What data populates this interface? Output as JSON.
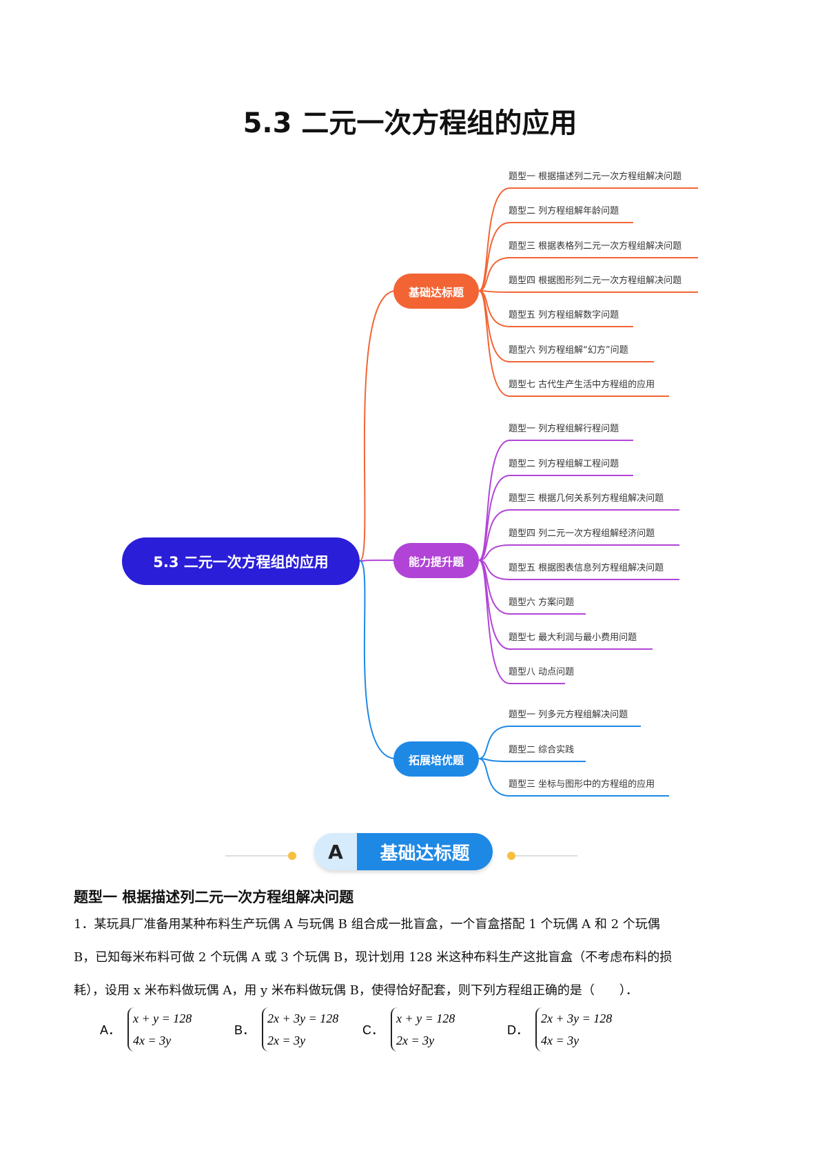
{
  "title": "5.3  二元一次方程组的应用",
  "mindmap": {
    "root": "5.3 二元一次方程组的应用",
    "branches": [
      {
        "label": "基础达标题",
        "color": "#f26434",
        "leaves": [
          "题型一 根据描述列二元一次方程组解决问题",
          "题型二 列方程组解年龄问题",
          "题型三 根据表格列二元一次方程组解决问题",
          "题型四 根据图形列二元一次方程组解决问题",
          "题型五 列方程组解数字问题",
          "题型六 列方程组解“幻方”问题",
          "题型七 古代生产生活中方程组的应用"
        ]
      },
      {
        "label": "能力提升题",
        "color": "#b144d6",
        "leaves": [
          "题型一 列方程组解行程问题",
          "题型二 列方程组解工程问题",
          "题型三 根据几何关系列方程组解决问题",
          "题型四 列二元一次方程组解经济问题",
          "题型五 根据图表信息列方程组解决问题",
          "题型六 方案问题",
          "题型七 最大利润与最小费用问题",
          "题型八 动点问题"
        ]
      },
      {
        "label": "拓展培优题",
        "color": "#1e88e5",
        "leaves": [
          "题型一 列多元方程组解决问题",
          "题型二 综合实践",
          "题型三 坐标与图形中的方程组的应用"
        ]
      }
    ]
  },
  "banner": {
    "letter": "A",
    "label": "基础达标题"
  },
  "section_heading": "题型一  根据描述列二元一次方程组解决问题",
  "question": {
    "lines": [
      "1．某玩具厂准备用某种布料生产玩偶 A 与玩偶 B 组合成一批盲盒，一个盲盒搭配 1 个玩偶 A 和 2 个玩偶",
      "B，已知每米布料可做 2 个玩偶 A 或 3 个玩偶 B，现计划用 128 米这种布料生产这批盲盒（不考虑布料的损",
      "耗），设用 x 米布料做玩偶 A，用 y 米布料做玩偶 B，使得恰好配套，则下列方程组正确的是（　　）．"
    ],
    "options": [
      {
        "label": "A．",
        "eq1": "x + y = 128",
        "eq2": "4x = 3y"
      },
      {
        "label": "B．",
        "eq1": "2x + 3y = 128",
        "eq2": "2x = 3y"
      },
      {
        "label": "C．",
        "eq1": "x + y = 128",
        "eq2": "2x = 3y"
      },
      {
        "label": "D．",
        "eq1": "2x + 3y = 128",
        "eq2": "4x = 3y"
      }
    ]
  }
}
